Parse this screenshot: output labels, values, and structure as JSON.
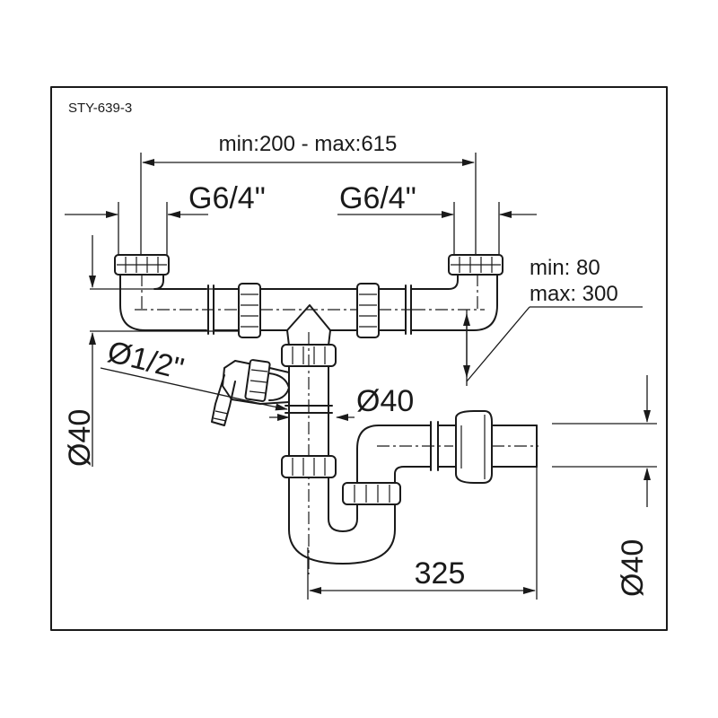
{
  "drawing": {
    "code": "STY-639-3",
    "spacing_dimension": "min:200 - max:615",
    "inlet_left_thread": "G6/4\"",
    "inlet_right_thread": "G6/4\"",
    "height_adjust_min": "min: 80",
    "height_adjust_max": "max: 300",
    "side_connector_diameter": "Ø1/2\"",
    "trap_diameter": "Ø40",
    "left_diameter": "Ø40",
    "outlet_diameter": "Ø40",
    "outlet_length": "325"
  }
}
